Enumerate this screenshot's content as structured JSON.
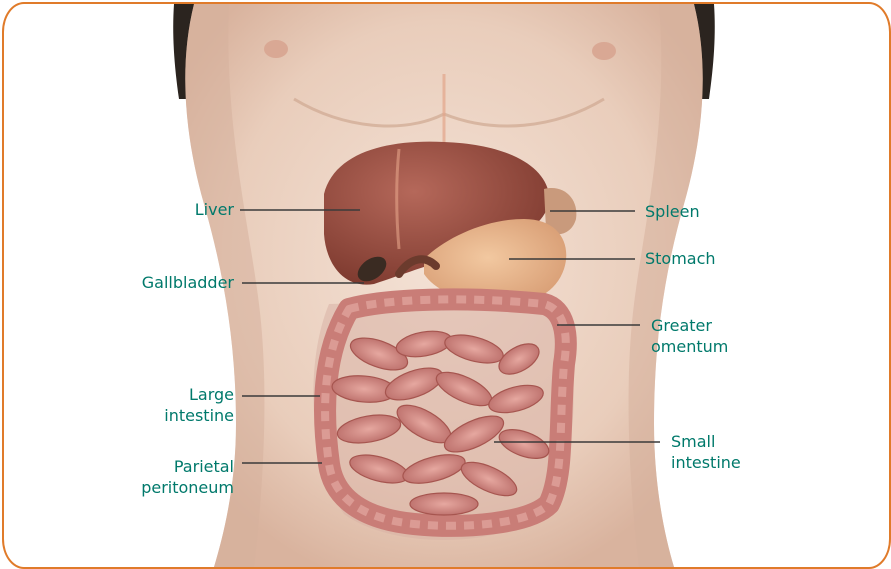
{
  "colors": {
    "frame": "#e07b2a",
    "label_text": "#00796b",
    "leader_line": "#3a3a3a",
    "skin": "#ecd3c3",
    "liver": "#9a4a3c",
    "intestine": "#cf8c85"
  },
  "labels": {
    "liver": "Liver",
    "gallbladder": "Gallbladder",
    "large_intestine": "Large\nintestine",
    "parietal_peritoneum": "Parietal\nperitoneum",
    "spleen": "Spleen",
    "stomach": "Stomach",
    "greater_omentum": "Greater\nomentum",
    "small_intestine": "Small\nintestine"
  }
}
